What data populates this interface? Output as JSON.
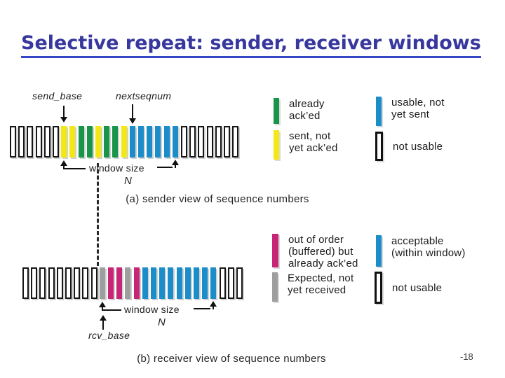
{
  "title": {
    "text": "Selective repeat: sender, receiver windows"
  },
  "slot_colors": {
    "acked": "#189548",
    "sent": "#f3e714",
    "usable": "#1b8dc9",
    "acceptable": "#1b8dc9",
    "buffered": "#c72677",
    "expected": "#9e9e9e",
    "not_usable": ""
  },
  "sender_view": {
    "send_base_label": "send_base",
    "nextseqnum_label": "nextseqnum",
    "window_size_label": "window size",
    "window_n_label": "N",
    "caption": "(a) sender view of sequence numbers",
    "slots": [
      "not_usable",
      "not_usable",
      "not_usable",
      "not_usable",
      "not_usable",
      "not_usable",
      "sent",
      "sent",
      "acked",
      "acked",
      "sent",
      "acked",
      "acked",
      "sent",
      "usable",
      "usable",
      "usable",
      "usable",
      "usable",
      "usable",
      "not_usable",
      "not_usable",
      "not_usable",
      "not_usable",
      "not_usable",
      "not_usable",
      "not_usable"
    ]
  },
  "receiver_view": {
    "rcv_base_label": "rcv_base",
    "window_size_label": "window size",
    "window_n_label": "N",
    "caption": "(b) receiver view of sequence numbers",
    "slots": [
      "not_usable",
      "not_usable",
      "not_usable",
      "not_usable",
      "not_usable",
      "not_usable",
      "not_usable",
      "not_usable",
      "not_usable",
      "expected",
      "buffered",
      "buffered",
      "expected",
      "buffered",
      "acceptable",
      "acceptable",
      "acceptable",
      "acceptable",
      "acceptable",
      "acceptable",
      "acceptable",
      "acceptable",
      "acceptable",
      "not_usable",
      "not_usable",
      "not_usable"
    ]
  },
  "legend_sender": {
    "items": [
      {
        "color_key": "acked",
        "lines": [
          "already",
          "ack’ed"
        ]
      },
      {
        "color_key": "usable",
        "lines": [
          "usable, not",
          "yet sent"
        ]
      },
      {
        "color_key": "sent",
        "lines": [
          "sent, not",
          "yet ack’ed"
        ]
      },
      {
        "color_key": "not_usable",
        "lines": [
          "not usable"
        ]
      }
    ]
  },
  "legend_receiver": {
    "items": [
      {
        "color_key": "buffered",
        "lines": [
          "out of order",
          "(buffered) but",
          "already ack’ed"
        ]
      },
      {
        "color_key": "acceptable",
        "lines": [
          "acceptable",
          "(within window)"
        ]
      },
      {
        "color_key": "expected",
        "lines": [
          "Expected,  not",
          "yet received"
        ]
      },
      {
        "color_key": "not_usable",
        "lines": [
          "not usable"
        ]
      }
    ]
  },
  "page_number": "-18"
}
